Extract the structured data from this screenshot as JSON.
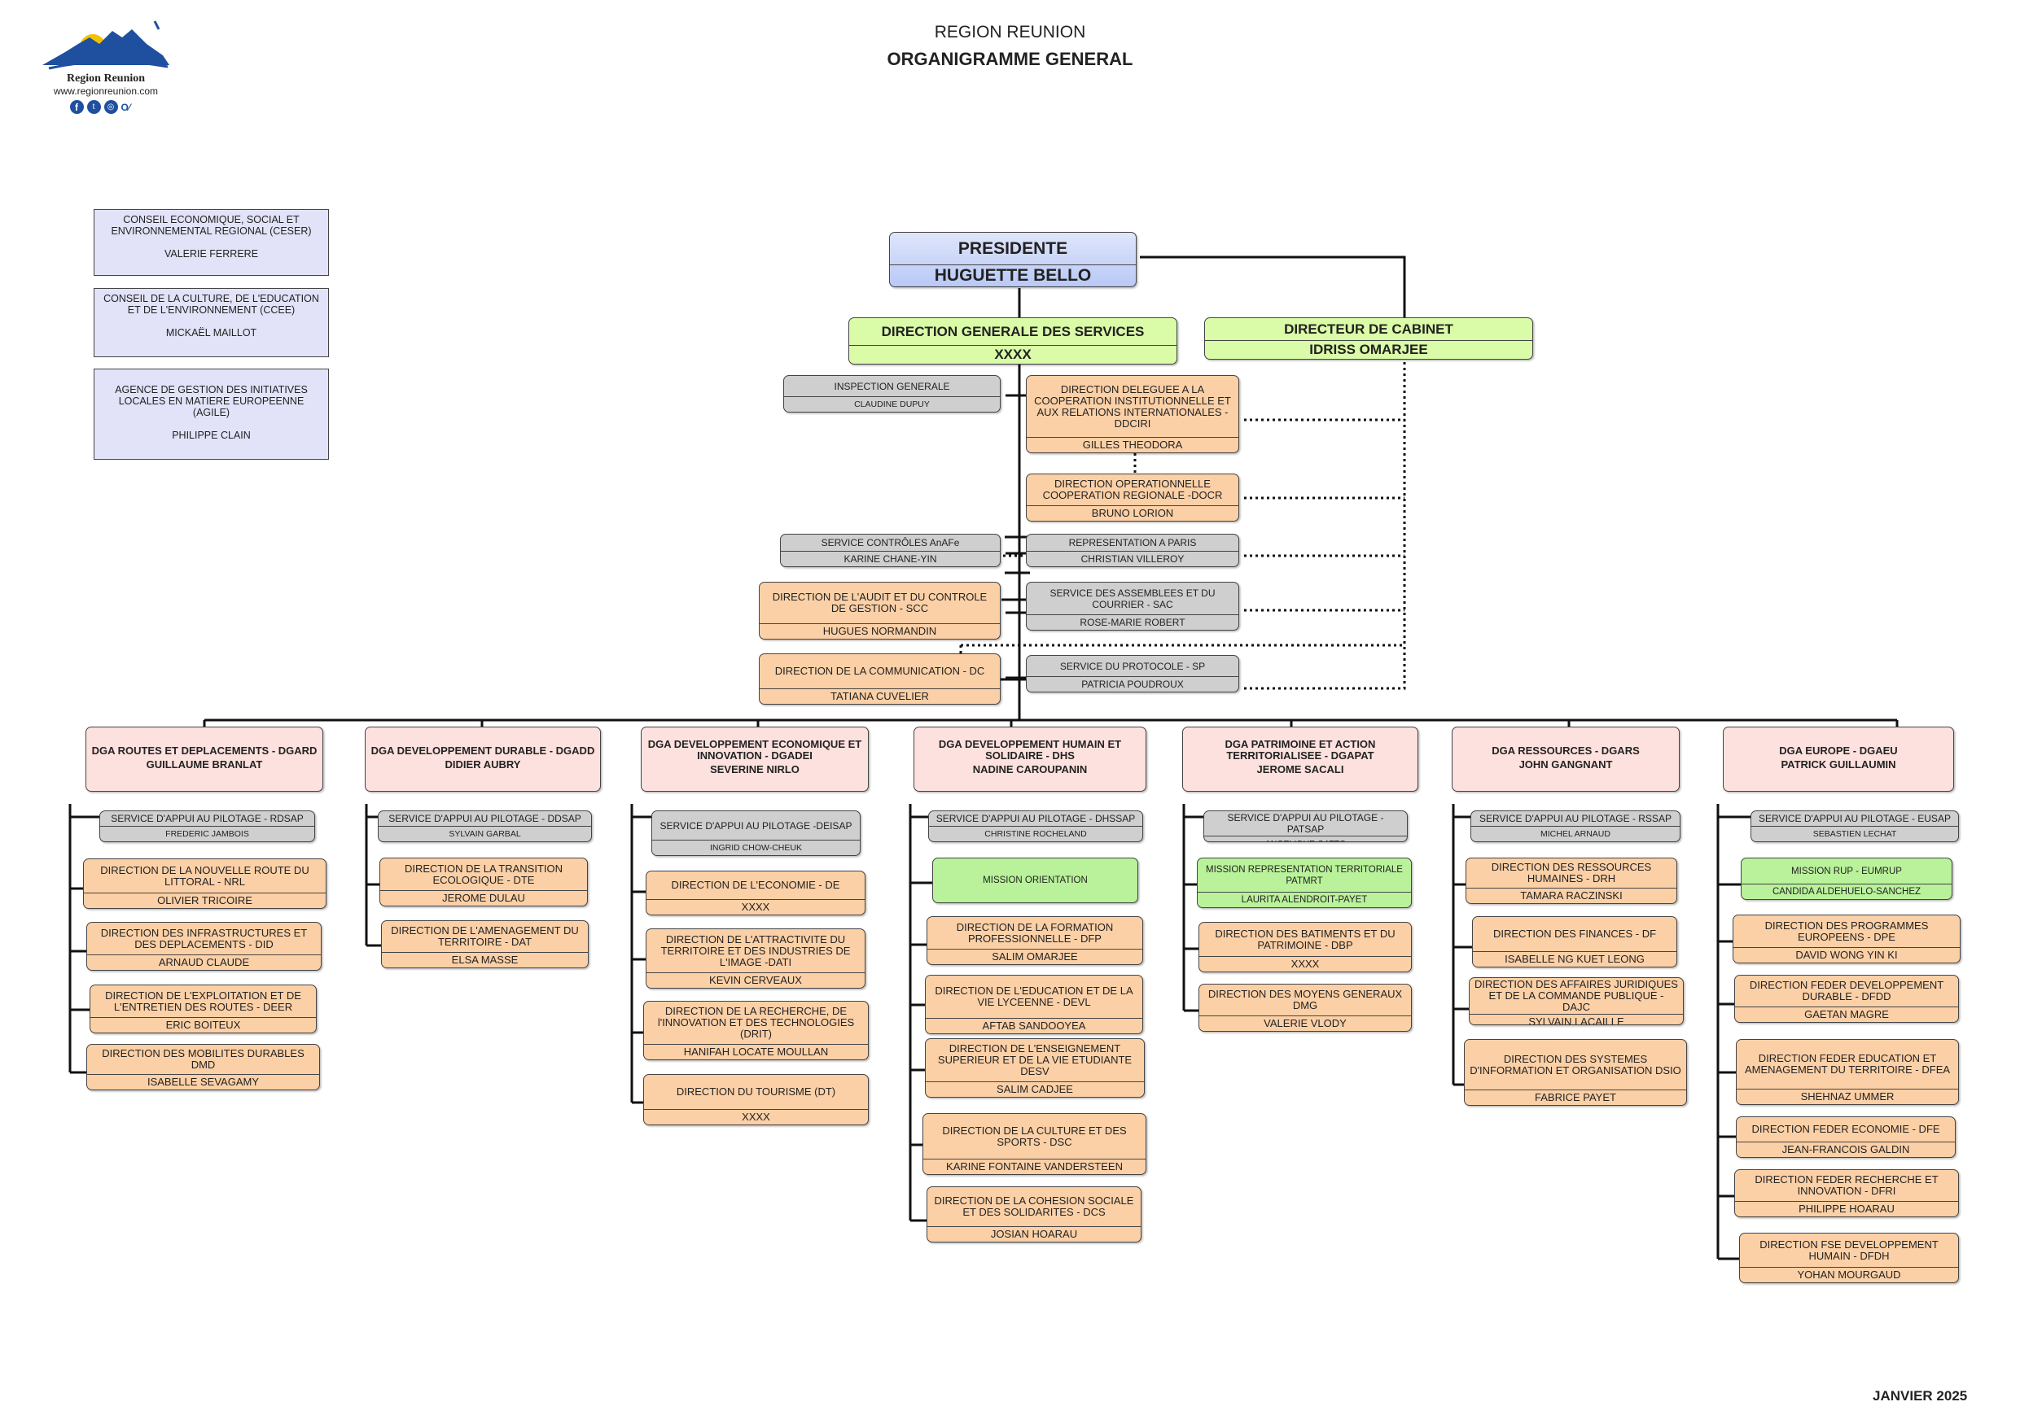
{
  "header": {
    "region": "REGION REUNION",
    "title": "ORGANIGRAMME GENERAL",
    "logo_text": "Region Reunion",
    "logo_url": "www.regionreunion.com",
    "date": "JANVIER 2025"
  },
  "side_boxes": [
    {
      "title": "CONSEIL ECONOMIQUE, SOCIAL ET ENVIRONNEMENTAL REGIONAL (CESER)",
      "person": "VALERIE FERRERE"
    },
    {
      "title": "CONSEIL DE LA CULTURE, DE L'EDUCATION ET DE L'ENVIRONNEMENT (CCEE)",
      "person": "MICKAËL MAILLOT"
    },
    {
      "title": "AGENCE DE GESTION DES INITIATIVES LOCALES EN MATIERE EUROPEENNE (AGILE)",
      "person": "PHILIPPE CLAIN"
    }
  ],
  "president": {
    "title": "PRESIDENTE",
    "name": "HUGUETTE BELLO"
  },
  "dgs": {
    "title": "DIRECTION GENERALE DES SERVICES",
    "name": "XXXX"
  },
  "cabinet": {
    "title": "DIRECTEUR DE CABINET",
    "name": "IDRISS OMARJEE"
  },
  "left_units": [
    {
      "title": "INSPECTION GENERALE",
      "name": "CLAUDINE DUPUY"
    },
    {
      "title": "SERVICE CONTRÔLES AnAFe",
      "name": "KARINE CHANE-YIN"
    },
    {
      "title": "DIRECTION DE L'AUDIT ET DU CONTROLE DE GESTION - SCC",
      "name": "HUGUES NORMANDIN"
    },
    {
      "title": "DIRECTION DE LA COMMUNICATION - DC",
      "name": "TATIANA CUVELIER"
    }
  ],
  "right_units": [
    {
      "title": "DIRECTION DELEGUEE A LA COOPERATION INSTITUTIONNELLE  ET AUX RELATIONS INTERNATIONALES - DDCIRI",
      "name": "GILLES THEODORA"
    },
    {
      "title": "DIRECTION OPERATIONNELLE COOPERATION REGIONALE -DOCR",
      "name": "BRUNO LORION"
    },
    {
      "title": "REPRESENTATION A PARIS",
      "name": "CHRISTIAN VILLEROY"
    },
    {
      "title": "SERVICE DES ASSEMBLEES ET DU COURRIER - SAC",
      "name": "ROSE-MARIE ROBERT"
    },
    {
      "title": "SERVICE DU PROTOCOLE - SP",
      "name": "PATRICIA POUDROUX"
    }
  ],
  "dgas": [
    {
      "title": "DGA ROUTES ET DEPLACEMENTS - DGARD",
      "name": "GUILLAUME BRANLAT",
      "children": [
        {
          "title": "SERVICE D'APPUI AU PILOTAGE - RDSAP",
          "name": "FREDERIC JAMBOIS"
        },
        {
          "title": "DIRECTION DE LA NOUVELLE ROUTE DU LITTORAL - NRL",
          "name": "OLIVIER TRICOIRE"
        },
        {
          "title": "DIRECTION DES INFRASTRUCTURES ET DES DEPLACEMENTS - DID",
          "name": "ARNAUD CLAUDE"
        },
        {
          "title": "DIRECTION DE L'EXPLOITATION ET DE L'ENTRETIEN DES ROUTES - DEER",
          "name": "ERIC BOITEUX"
        },
        {
          "title": "DIRECTION DES MOBILITES DURABLES DMD",
          "name": "ISABELLE SEVAGAMY"
        }
      ]
    },
    {
      "title": "DGA DEVELOPPEMENT DURABLE - DGADD",
      "name": "DIDIER AUBRY",
      "children": [
        {
          "title": "SERVICE D'APPUI AU PILOTAGE - DDSAP",
          "name": "SYLVAIN GARBAL"
        },
        {
          "title": "DIRECTION DE LA TRANSITION ECOLOGIQUE - DTE",
          "name": "JEROME DULAU"
        },
        {
          "title": "DIRECTION DE L'AMENAGEMENT DU TERRITOIRE - DAT",
          "name": "ELSA MASSE"
        }
      ]
    },
    {
      "title": "DGA DEVELOPPEMENT ECONOMIQUE  ET INNOVATION - DGADEI",
      "name": "SEVERINE NIRLO",
      "children": [
        {
          "title": "SERVICE D'APPUI AU PILOTAGE -DEISAP",
          "name": "INGRID CHOW-CHEUK"
        },
        {
          "title": "DIRECTION DE L'ECONOMIE - DE",
          "name": "XXXX"
        },
        {
          "title": "DIRECTION DE L'ATTRACTIVITE DU TERRITOIRE  ET DES INDUSTRIES DE L'IMAGE -DATI",
          "name": "KEVIN CERVEAUX"
        },
        {
          "title": "DIRECTION DE LA RECHERCHE, DE l'INNOVATION ET DES TECHNOLOGIES (DRIT)",
          "name": "HANIFAH LOCATE MOULLAN"
        },
        {
          "title": "DIRECTION DU TOURISME (DT)",
          "name": "XXXX"
        }
      ]
    },
    {
      "title": "DGA  DEVELOPPEMENT HUMAIN ET SOLIDAIRE - DHS",
      "name": "NADINE CAROUPANIN",
      "children": [
        {
          "title": "SERVICE D'APPUI AU PILOTAGE - DHSSAP",
          "name": "CHRISTINE ROCHELAND"
        },
        {
          "title": "MISSION ORIENTATION",
          "name": ""
        },
        {
          "title": "DIRECTION DE LA FORMATION PROFESSIONNELLE - DFP",
          "name": "SALIM OMARJEE"
        },
        {
          "title": "DIRECTION DE L'EDUCATION ET DE LA VIE LYCEENNE - DEVL",
          "name": "AFTAB SANDOOYEA"
        },
        {
          "title": "DIRECTION DE L'ENSEIGNEMENT SUPERIEUR ET DE LA VIE ETUDIANTE DESV",
          "name": "SALIM CADJEE"
        },
        {
          "title": "DIRECTION DE LA CULTURE ET DES SPORTS - DSC",
          "name": "KARINE FONTAINE VANDERSTEEN"
        },
        {
          "title": "DIRECTION DE LA COHESION SOCIALE ET DES SOLIDARITES - DCS",
          "name": "JOSIAN HOARAU"
        }
      ]
    },
    {
      "title": "DGA PATRIMOINE ET ACTION TERRITORIALISEE - DGAPAT",
      "name": "JEROME SACALI",
      "children": [
        {
          "title": "SERVICE D'APPUI AU PILOTAGE - PATSAP",
          "name": "ANGELIQUE GATTO"
        },
        {
          "title": "MISSION REPRESENTATION TERRITORIALE PATMRT",
          "name": "LAURITA ALENDROIT-PAYET"
        },
        {
          "title": "DIRECTION DES BATIMENTS ET DU PATRIMOINE - DBP",
          "name": "XXXX"
        },
        {
          "title": "DIRECTION DES MOYENS GENERAUX DMG",
          "name": "VALERIE VLODY"
        }
      ]
    },
    {
      "title": "DGA RESSOURCES - DGARS",
      "name": "JOHN GANGNANT",
      "children": [
        {
          "title": "SERVICE D'APPUI AU PILOTAGE - RSSAP",
          "name": "MICHEL ARNAUD"
        },
        {
          "title": "DIRECTION DES RESSOURCES HUMAINES - DRH",
          "name": "TAMARA RACZINSKI"
        },
        {
          "title": "DIRECTION DES FINANCES - DF",
          "name": "ISABELLE NG KUET LEONG"
        },
        {
          "title": "DIRECTION DES AFFAIRES JURIDIQUES ET DE LA COMMANDE PUBLIQUE - DAJC",
          "name": "SYLVAIN LACAILLE"
        },
        {
          "title": "DIRECTION DES SYSTEMES D'INFORMATION ET ORGANISATION DSIO",
          "name": "FABRICE PAYET"
        }
      ]
    },
    {
      "title": "DGA EUROPE - DGAEU",
      "name": "PATRICK GUILLAUMIN",
      "children": [
        {
          "title": "SERVICE D'APPUI AU PILOTAGE - EUSAP",
          "name": "SEBASTIEN LECHAT"
        },
        {
          "title": "MISSION RUP - EUMRUP",
          "name": "CANDIDA ALDEHUELO-SANCHEZ"
        },
        {
          "title": "DIRECTION DES PROGRAMMES EUROPEENS - DPE",
          "name": "DAVID WONG YIN KI"
        },
        {
          "title": "DIRECTION FEDER DEVELOPPEMENT DURABLE - DFDD",
          "name": "GAETAN MAGRE"
        },
        {
          "title": "DIRECTION FEDER EDUCATION ET AMENAGEMENT DU TERRITOIRE - DFEA",
          "name": "SHEHNAZ UMMER"
        },
        {
          "title": "DIRECTION FEDER ECONOMIE - DFE",
          "name": "JEAN-FRANCOIS GALDIN"
        },
        {
          "title": "DIRECTION FEDER RECHERCHE ET INNOVATION - DFRI",
          "name": "PHILIPPE HOARAU"
        },
        {
          "title": "DIRECTION FSE DEVELOPPEMENT HUMAIN - DFDH",
          "name": "YOHAN MOURGAUD"
        }
      ]
    }
  ],
  "colors": {
    "direction": "#fcd0a6",
    "service": "#cfcfcf",
    "mission": "#b9f29a",
    "dga": "#fde1de",
    "dgs": "#dafba7",
    "president": "#c7d3f8",
    "council": "#e2e3f8",
    "logo_blue": "#1f4f9f",
    "logo_yellow": "#f4c000"
  },
  "social_icons": [
    "facebook-icon",
    "twitter-icon",
    "instagram-icon",
    "ot-icon"
  ]
}
